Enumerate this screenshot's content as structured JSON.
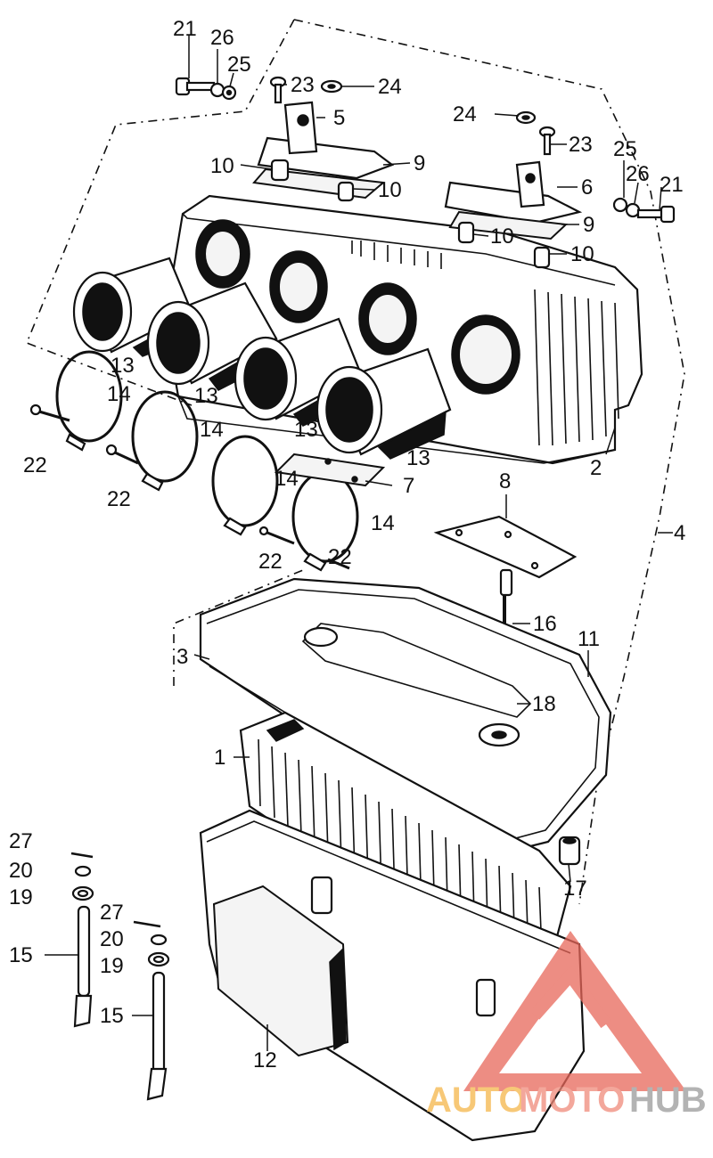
{
  "callouts": {
    "c1": "1",
    "c2": "2",
    "c3": "3",
    "c4": "4",
    "c5": "5",
    "c6": "6",
    "c7": "7",
    "c8": "8",
    "c9a": "9",
    "c9b": "9",
    "c10a": "10",
    "c10b": "10",
    "c10c": "10",
    "c10d": "10",
    "c11": "11",
    "c12": "12",
    "c13a": "13",
    "c13b": "13",
    "c13c": "13",
    "c13d": "13",
    "c14a": "14",
    "c14b": "14",
    "c14c": "14",
    "c14d": "14",
    "c15a": "15",
    "c15b": "15",
    "c16": "16",
    "c17": "17",
    "c18": "18",
    "c19a": "19",
    "c19b": "19",
    "c20a": "20",
    "c20b": "20",
    "c21a": "21",
    "c21b": "21",
    "c22a": "22",
    "c22b": "22",
    "c22c": "22",
    "c22d": "22",
    "c23a": "23",
    "c23b": "23",
    "c24a": "24",
    "c24b": "24",
    "c25a": "25",
    "c25b": "25",
    "c26a": "26",
    "c26b": "26",
    "c27a": "27",
    "c27b": "27"
  },
  "watermark": {
    "part1": "AUTO",
    "part2": "MOTO",
    "part3": "HUB",
    "colors": {
      "auto": "#f5b64a",
      "moto": "#f08a7a",
      "hub": "#9a9a9a",
      "triangle": "#e8675a"
    }
  }
}
